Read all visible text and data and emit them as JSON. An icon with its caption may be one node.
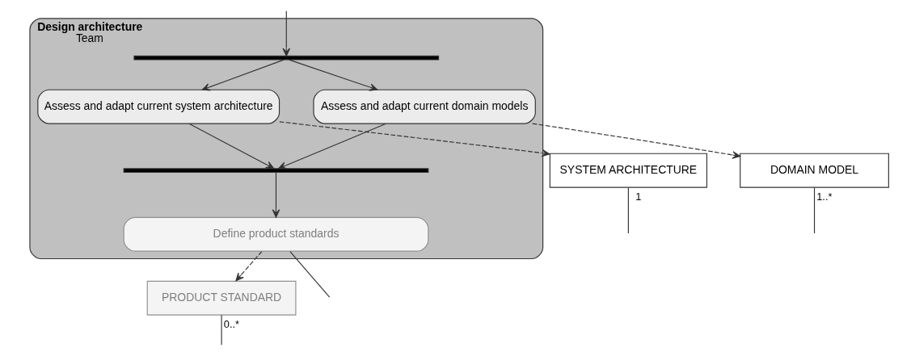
{
  "diagram": {
    "nodes": [
      {
        "text": [
          "Design architecture",
          "Team"
        ]
      },
      {
        "text": [],
        "shape": "bar",
        "in": 0
      },
      {
        "text": [
          "Assess and adapt current system architecture"
        ],
        "in": 0
      },
      {
        "text": [
          "Assess and adapt current domain models"
        ],
        "in": 0
      },
      {
        "text": [],
        "shape": "bar",
        "in": 0
      },
      {
        "text": [
          "Define product standards"
        ],
        "in": 0
      },
      {
        "text": [
          "SYSTEM ARCHITECTURE"
        ]
      },
      {
        "text": [
          "DOMAIN MODEL"
        ]
      },
      {
        "text": [
          "PRODUCT STANDARD"
        ]
      }
    ],
    "edges": [
      {
        "from": null,
        "to": 1,
        "arrow": "to"
      },
      {
        "from": 1,
        "to": 2,
        "arrow": "to"
      },
      {
        "from": 1,
        "to": 3,
        "arrow": "to"
      },
      {
        "from": 2,
        "to": 4,
        "arrow": "to"
      },
      {
        "from": 3,
        "to": 4,
        "arrow": "to"
      },
      {
        "from": 4,
        "to": 5,
        "arrow": "to"
      },
      {
        "from": 5,
        "to": null,
        "arrow": "none"
      },
      {
        "from": 2,
        "to": 6,
        "arrow": "to",
        "style": "dashed"
      },
      {
        "from": 3,
        "to": 7,
        "arrow": "to",
        "style": "dashed"
      },
      {
        "from": 5,
        "to": 8,
        "arrow": "to",
        "style": "dashed"
      },
      {
        "from": 6,
        "to": null,
        "arrow": "none",
        "label": "1"
      },
      {
        "from": 7,
        "to": null,
        "arrow": "none",
        "label": "1..*"
      },
      {
        "from": 8,
        "to": null,
        "arrow": "none",
        "label": "0..*"
      }
    ]
  }
}
